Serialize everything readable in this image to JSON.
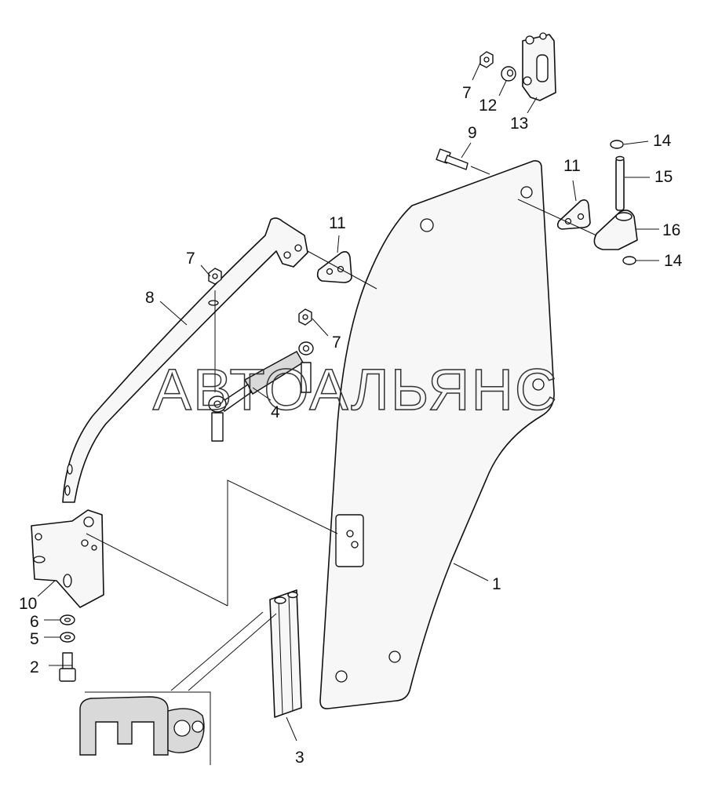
{
  "watermark": "АВТОАЛЬЯНС",
  "callouts": {
    "p1": "1",
    "p2": "2",
    "p3": "3",
    "p4": "4",
    "p5": "5",
    "p6": "6",
    "p7a": "7",
    "p7b": "7",
    "p7c": "7",
    "p8": "8",
    "p9": "9",
    "p10": "10",
    "p11a": "11",
    "p11b": "11",
    "p12": "12",
    "p13": "13",
    "p14a": "14",
    "p14b": "14",
    "p15": "15",
    "p16": "16"
  }
}
